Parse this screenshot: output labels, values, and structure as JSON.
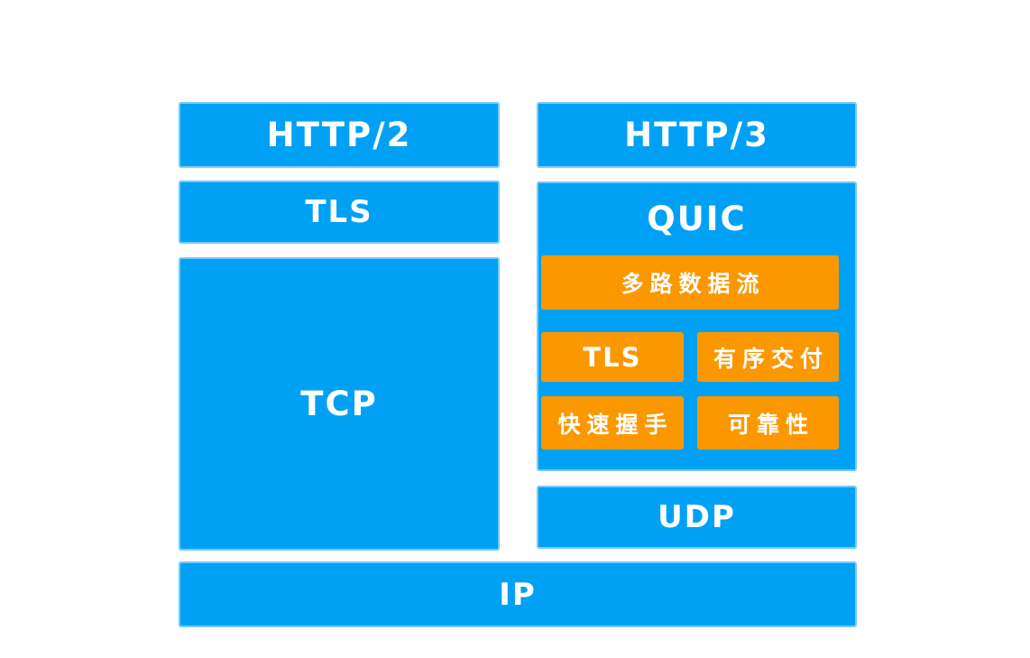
{
  "colors": {
    "blue": "#00A1F4",
    "orange": "#FB9800",
    "label": "#FFFFFF",
    "background": "#FFFFFF"
  },
  "stacks": {
    "http2_column": {
      "http2": "HTTP/2",
      "tls": "TLS",
      "tcp": "TCP"
    },
    "http3_column": {
      "http3": "HTTP/3",
      "quic": "QUIC",
      "quic_features": {
        "multiplexed_streams": "多路数据流",
        "tls": "TLS",
        "ordered_delivery": "有序交付",
        "fast_handshake": "快速握手",
        "reliability": "可靠性"
      },
      "udp": "UDP"
    },
    "base": {
      "ip": "IP"
    }
  }
}
